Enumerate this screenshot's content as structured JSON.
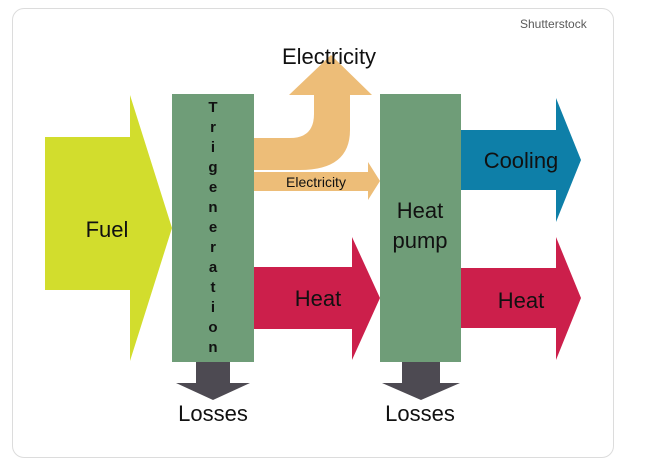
{
  "watermark": "Shutterstock",
  "diagram": {
    "input": "Fuel",
    "trigeneration": [
      "T",
      "r",
      "i",
      "g",
      "e",
      "n",
      "e",
      "r",
      "a",
      "t",
      "i",
      "o",
      "n"
    ],
    "electricity_top": "Electricity",
    "electricity_mid": "Electricity",
    "heat_mid": "Heat",
    "heat_pump_line1": "Heat",
    "heat_pump_line2": "pump",
    "cooling": "Cooling",
    "heat_out": "Heat",
    "losses_left": "Losses",
    "losses_right": "Losses"
  },
  "colors": {
    "fuel": "#d2dd2d",
    "block": "#6f9d78",
    "electricity": "#edbd78",
    "heat": "#cc1f4b",
    "cooling": "#0e7fa8",
    "losses": "#4d4a52"
  }
}
